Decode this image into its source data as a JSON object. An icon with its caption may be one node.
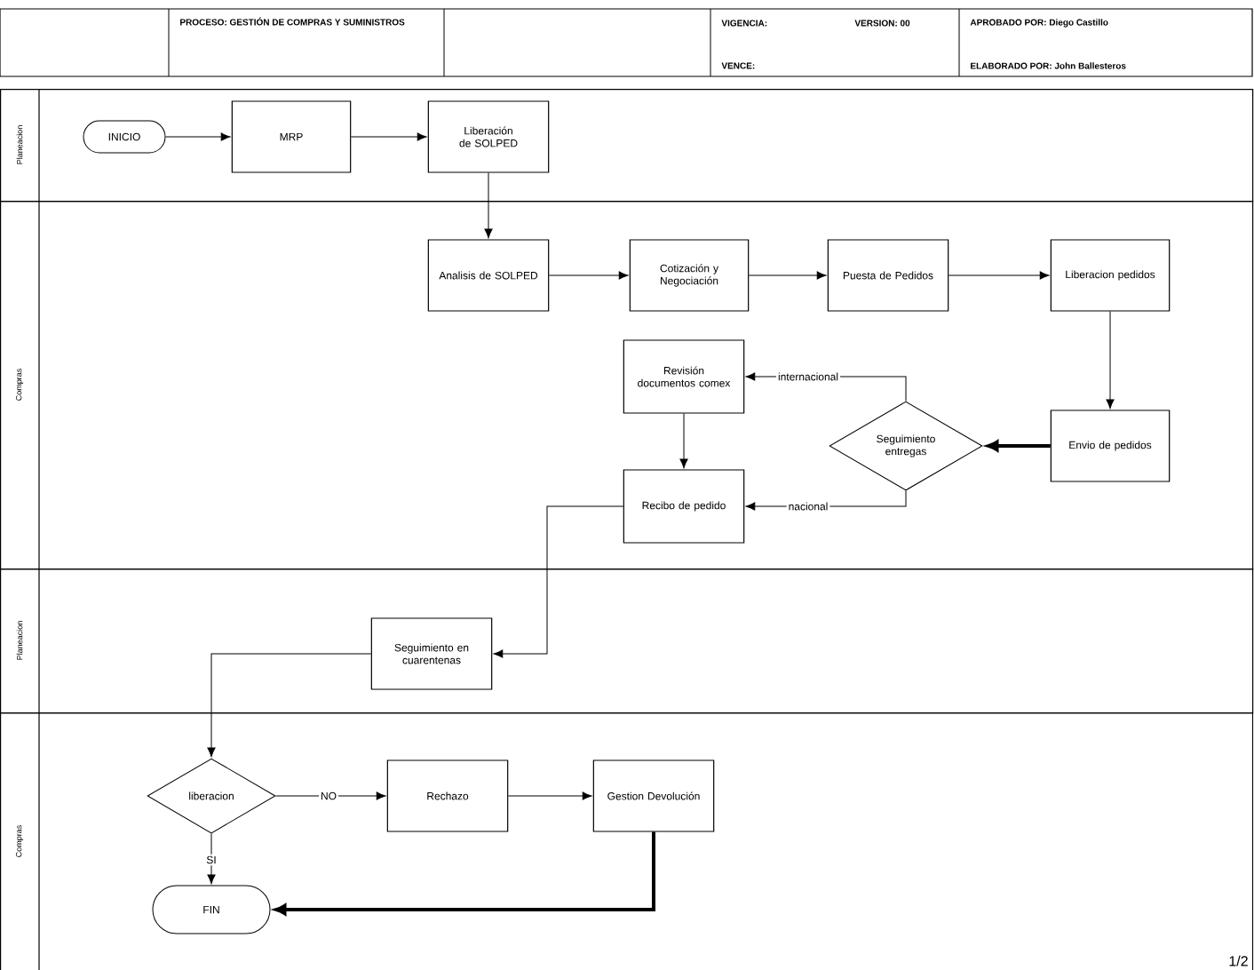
{
  "diagram": {
    "nodes": [
      {
        "text": [
          "Planeacion"
        ]
      },
      {
        "text": [
          "Compras"
        ]
      },
      {
        "text": [
          "Planeacion"
        ]
      },
      {
        "text": [
          "Compras"
        ]
      },
      {
        "text": [
          "INICIO"
        ],
        "in": 0
      },
      {
        "text": [
          "MRP"
        ],
        "in": 0
      },
      {
        "text": [
          "Liberación de SOLPED"
        ],
        "in": 0
      },
      {
        "text": [
          "Analisis de SOLPED"
        ],
        "in": 1
      },
      {
        "text": [
          "Cotización y Negociación"
        ],
        "in": 1
      },
      {
        "text": [
          "Puesta de Pedidos"
        ],
        "in": 1
      },
      {
        "text": [
          "Liberacion pedidos"
        ],
        "in": 1
      },
      {
        "text": [
          "Revisión documentos comex"
        ],
        "in": 1
      },
      {
        "text": [
          "Seguimiento entregas"
        ],
        "in": 1
      },
      {
        "text": [
          "Envio de pedidos"
        ],
        "in": 1
      },
      {
        "text": [
          "Recibo de pedido"
        ],
        "in": 1
      },
      {
        "text": [
          "Seguimiento en cuarentenas"
        ],
        "in": 2
      },
      {
        "text": [
          "liberacion"
        ],
        "in": 3
      },
      {
        "text": [
          "Rechazo"
        ],
        "in": 3
      },
      {
        "text": [
          "Gestion Devolución"
        ],
        "in": 3
      },
      {
        "text": [
          "FIN"
        ],
        "in": 3
      }
    ],
    "edges": [
      {
        "from": 4,
        "to": 5,
        "arrow": "to"
      },
      {
        "from": 5,
        "to": 6,
        "arrow": "to"
      },
      {
        "from": 6,
        "to": 7,
        "arrow": "to"
      },
      {
        "from": 7,
        "to": 8,
        "arrow": "to"
      },
      {
        "from": 8,
        "to": 9,
        "arrow": "to"
      },
      {
        "from": 9,
        "to": 10,
        "arrow": "to"
      },
      {
        "from": 10,
        "to": 13,
        "arrow": "to"
      },
      {
        "from": 13,
        "to": 12,
        "arrow": "to",
        "style": "thick"
      },
      {
        "from": 12,
        "to": 11,
        "arrow": "to",
        "label": "internacional"
      },
      {
        "from": 12,
        "to": 14,
        "arrow": "to",
        "label": "nacional"
      },
      {
        "from": 11,
        "to": 14,
        "arrow": "to"
      },
      {
        "from": 14,
        "to": 15,
        "arrow": "to"
      },
      {
        "from": 15,
        "to": 16,
        "arrow": "to"
      },
      {
        "from": 16,
        "to": 17,
        "arrow": "to",
        "label": "NO"
      },
      {
        "from": 17,
        "to": 18,
        "arrow": "to"
      },
      {
        "from": 16,
        "to": 19,
        "arrow": "to",
        "label": "SI"
      },
      {
        "from": 18,
        "to": 19,
        "arrow": "to",
        "style": "thick"
      }
    ],
    "labels": [
      "PROCESO: GESTIÓN DE COMPRAS Y SUMINISTROS",
      "VIGENCIA:",
      "VERSION: 00",
      "APROBADO POR: Diego Castillo",
      "VENCE:",
      "ELABORADO POR: John Ballesteros",
      "1/2"
    ]
  }
}
